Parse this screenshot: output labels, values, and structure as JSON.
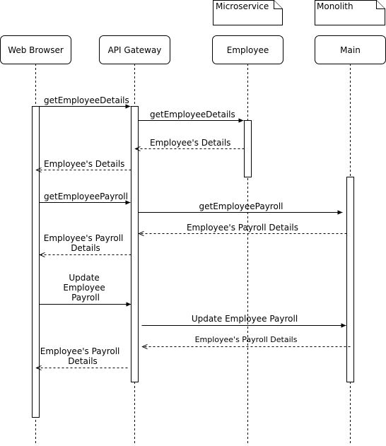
{
  "notes": {
    "microservice": "Microservice",
    "monolith": "Monolith"
  },
  "actors": {
    "web_browser": "Web Browser",
    "api_gateway": "API Gateway",
    "employee": "Employee",
    "main": "Main"
  },
  "messages": [
    {
      "type": "sync",
      "lines": [
        "getEmployeeDetails"
      ]
    },
    {
      "type": "sync",
      "lines": [
        "getEmployeeDetails"
      ]
    },
    {
      "type": "return",
      "lines": [
        "Employee's Details"
      ]
    },
    {
      "type": "return",
      "lines": [
        "Employee's Details"
      ]
    },
    {
      "type": "sync",
      "lines": [
        "getEmployeePayroll"
      ]
    },
    {
      "type": "sync",
      "lines": [
        "getEmployeePayroll"
      ]
    },
    {
      "type": "return",
      "lines": [
        "Employee's Payroll Details"
      ]
    },
    {
      "type": "return",
      "lines": [
        "Employee's Payroll",
        "Details"
      ]
    },
    {
      "type": "sync",
      "lines": [
        "Update",
        "Employee",
        "Payroll"
      ]
    },
    {
      "type": "sync",
      "lines": [
        "Update Employee Payroll"
      ]
    },
    {
      "type": "return",
      "lines": [
        "Employee's Payroll Details"
      ]
    },
    {
      "type": "return",
      "lines": [
        "Employee's Payroll",
        "Details"
      ]
    }
  ]
}
